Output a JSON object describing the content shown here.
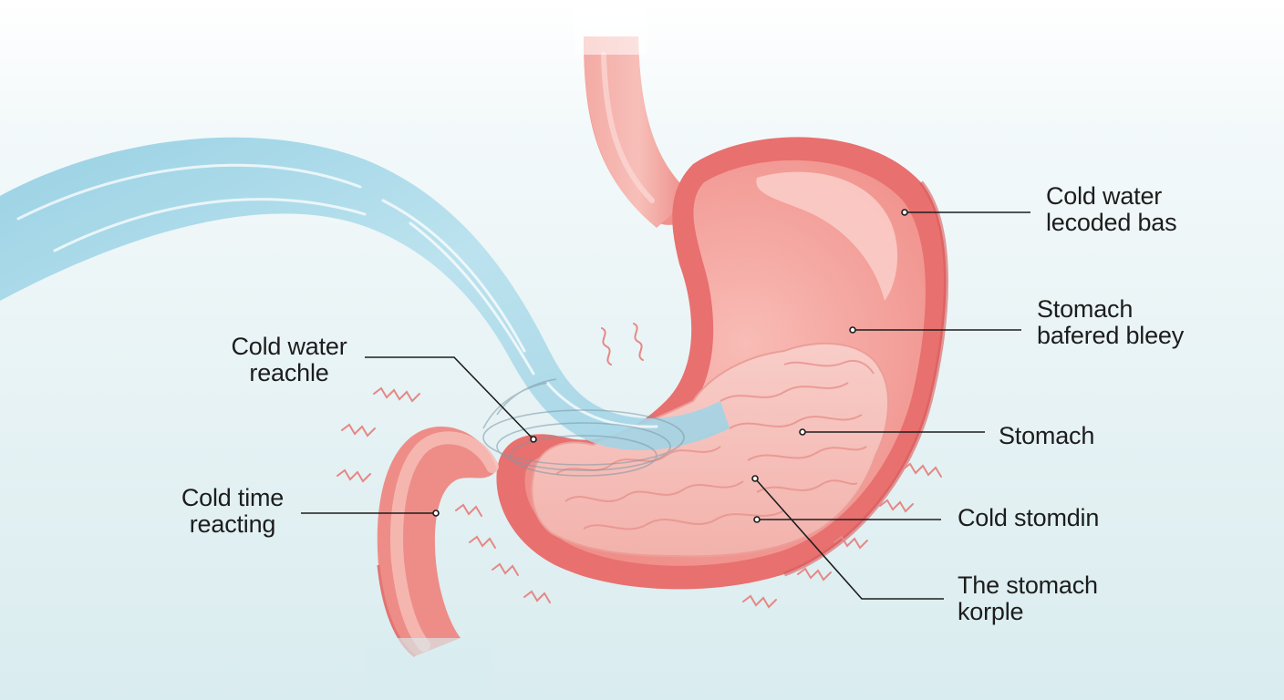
{
  "labels": [
    {
      "id": "cold-water-lecoded-bas",
      "lines": [
        "Cold water",
        "lecoded bas"
      ]
    },
    {
      "id": "stomach-bafered-bleey",
      "lines": [
        "Stomach",
        "bafered bleey"
      ]
    },
    {
      "id": "stomach",
      "lines": [
        "Stomach"
      ]
    },
    {
      "id": "cold-stomdin",
      "lines": [
        "Cold stomdin"
      ]
    },
    {
      "id": "the-stomach-korple",
      "lines": [
        "The stomach",
        "korple"
      ]
    },
    {
      "id": "cold-water-reachle",
      "lines": [
        "Cold water",
        "reachle"
      ]
    },
    {
      "id": "cold-time-reacting",
      "lines": [
        "Cold time",
        "reacting"
      ]
    }
  ],
  "colors": {
    "background_top": "#ffffff",
    "background_bottom": "#d9ecef",
    "stomach_outer": "#ec7a79",
    "stomach_inner": "#f6a9a3",
    "stomach_folds": "#f7c1bd",
    "water_stream": "#a8d8e8",
    "water_highlight": "#ffffff",
    "shiver_marks": "#e78a88",
    "leader_lines": "#1d1d1d"
  },
  "icons": [
    "water-stream",
    "stomach-organ",
    "esophagus",
    "duodenum",
    "rugae-folds",
    "shiver-marks",
    "ripple-rings"
  ]
}
